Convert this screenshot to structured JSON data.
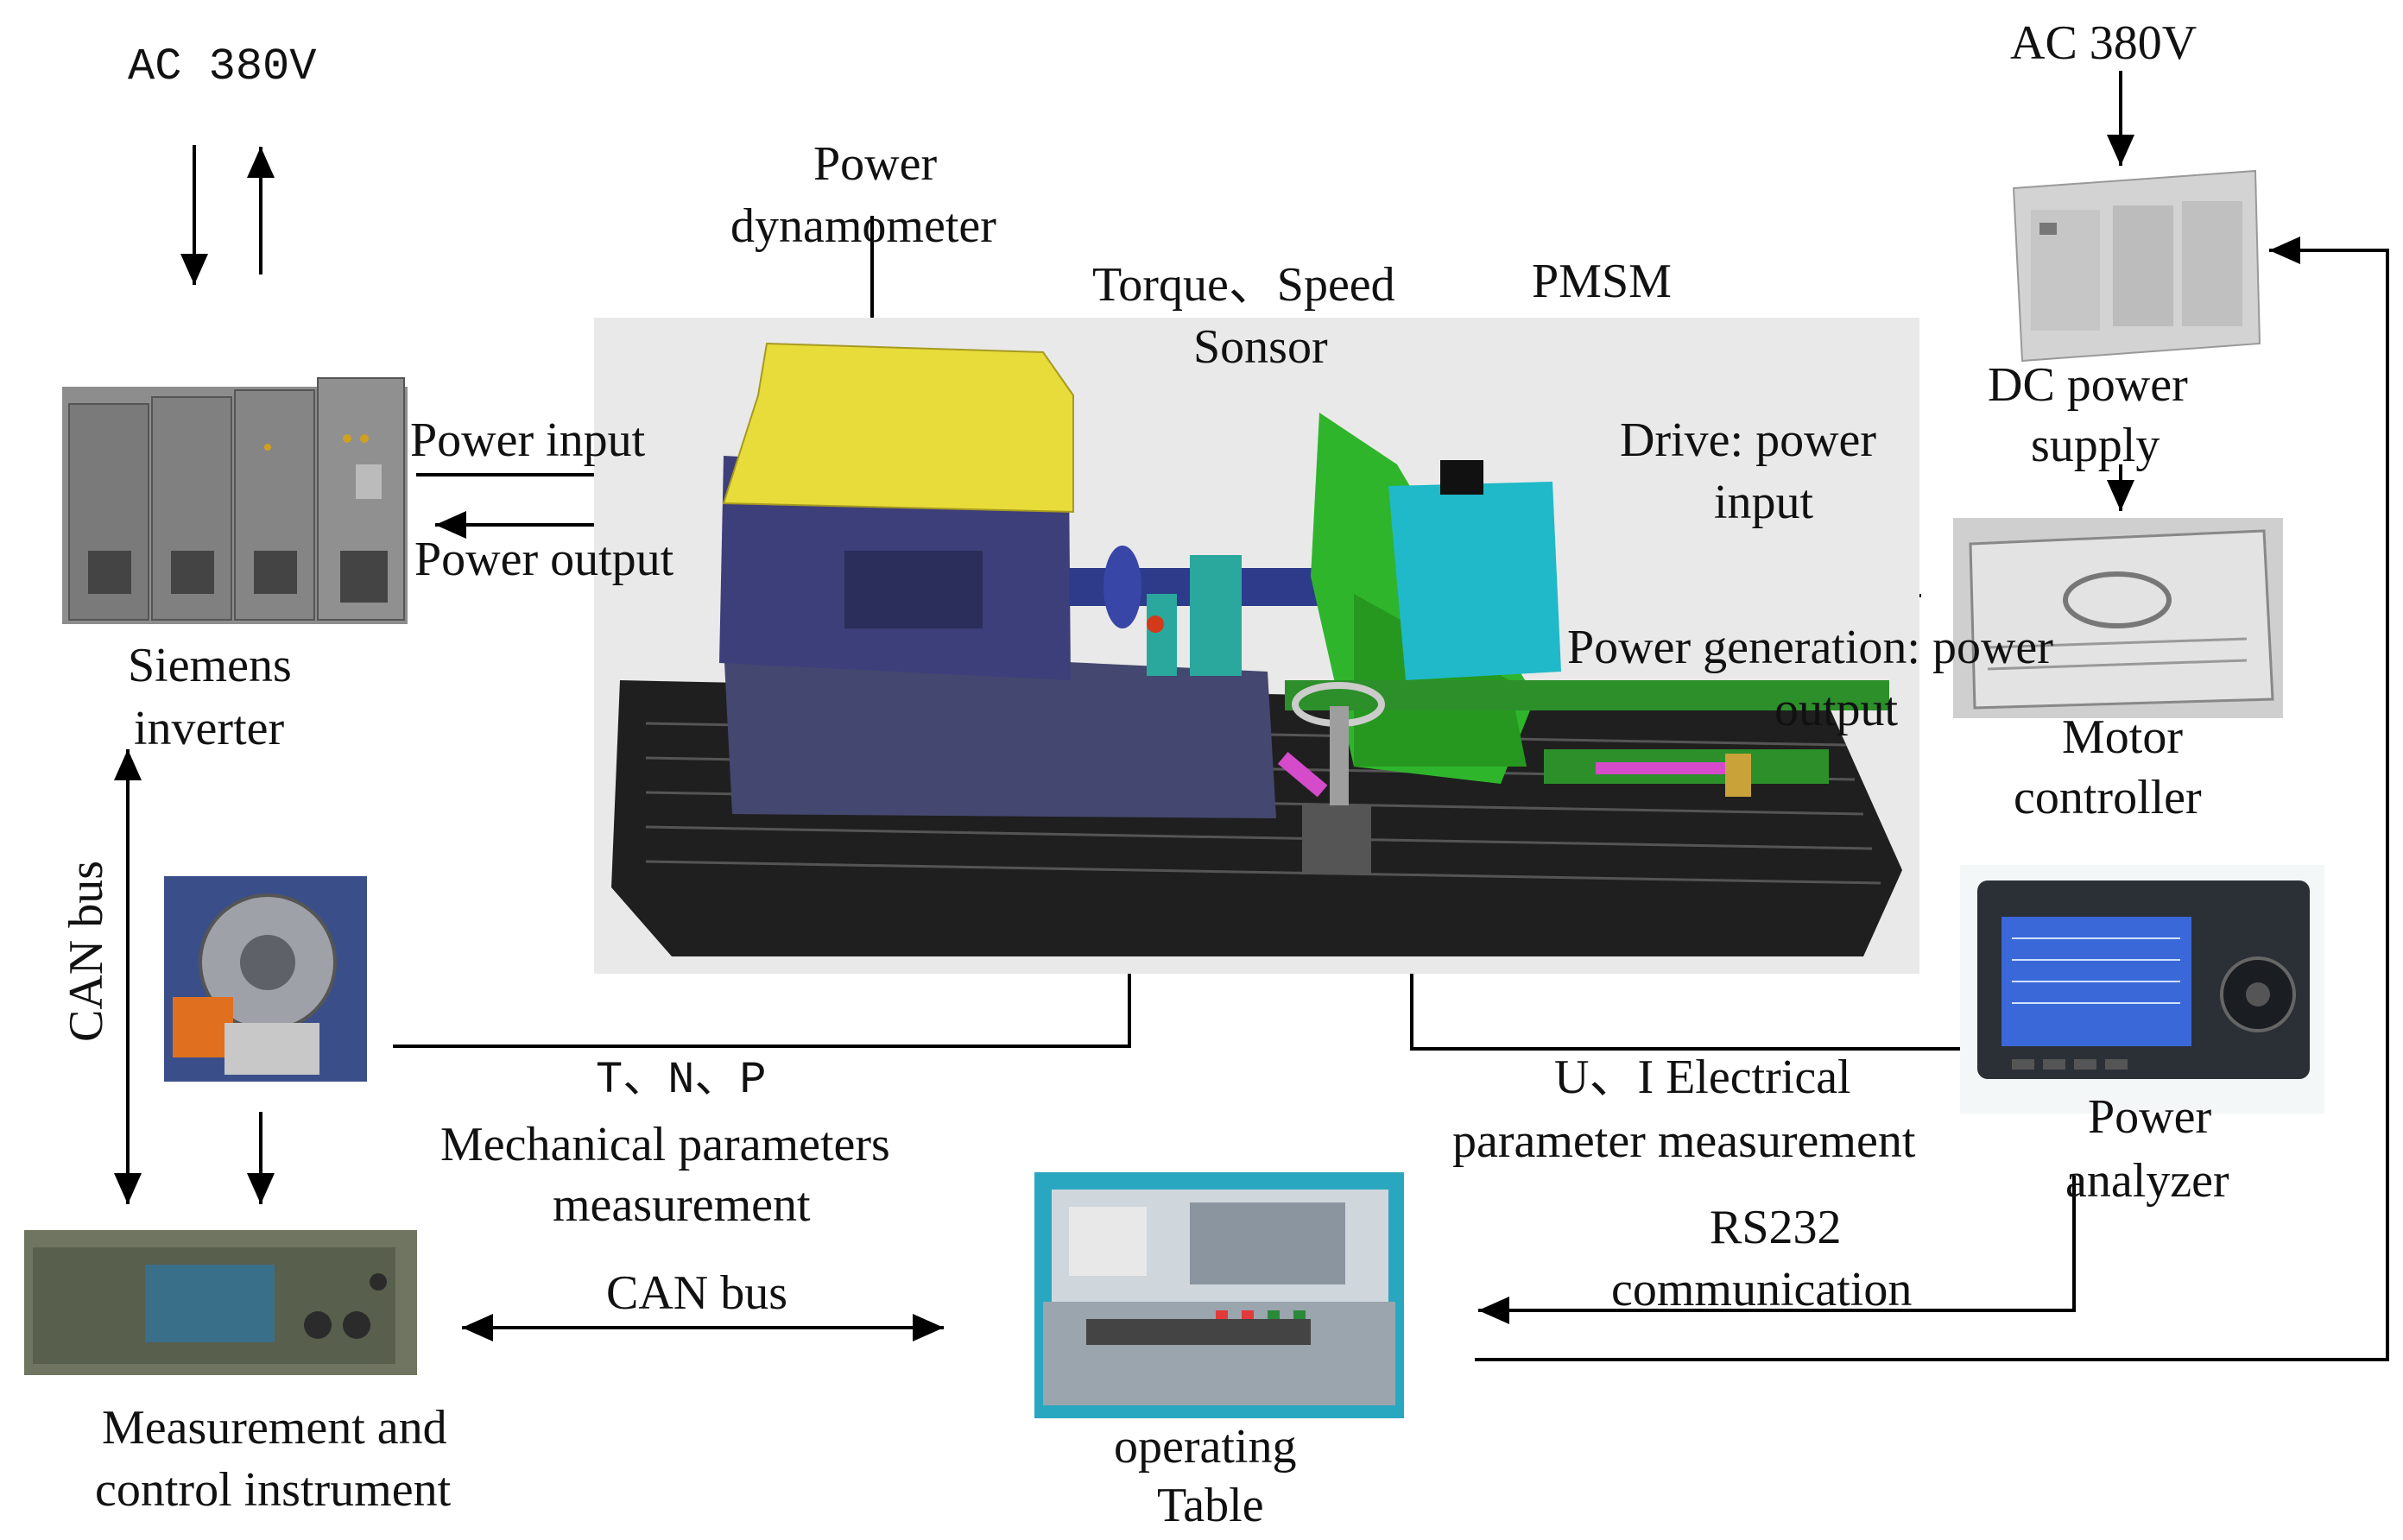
{
  "labels": {
    "ac_left": "AC 380V",
    "ac_right": "AC 380V",
    "siemens_1": "Siemens",
    "siemens_2": "inverter",
    "power_input": "Power input",
    "power_output": "Power output",
    "dyno_1": "Power",
    "dyno_2": "dynamometer",
    "torque_1": "Torque、Speed",
    "torque_2": "Sonsor",
    "pmsm": "PMSM",
    "dc_1": "DC power",
    "dc_2": "supply",
    "drive_1": "Drive: power",
    "drive_2": "input",
    "gen_1": "Power generation: power",
    "gen_2": "output",
    "motor_ctrl_1": "Motor",
    "motor_ctrl_2": "controller",
    "canbus_vertical": "CAN bus",
    "tnp": "T、N、P",
    "mech_1": "Mechanical parameters",
    "mech_2": "measurement",
    "ui_1": "U、I Electrical",
    "ui_2": "parameter measurement",
    "analyzer_1": "Power",
    "analyzer_2": "analyzer",
    "rs232_1": "RS232",
    "rs232_2": "communication",
    "canbus_horizontal": "CAN bus",
    "meas_1": "Measurement and",
    "meas_2": "control instrument",
    "op_1": "operating",
    "op_2": "Table"
  },
  "colors": {
    "dyno_top": "#e8dc3a",
    "dyno_body": "#3d3f7a",
    "pmsm_body": "#1fb9c9",
    "mount_green": "#2fb52c",
    "base_black": "#1f1f1f"
  }
}
